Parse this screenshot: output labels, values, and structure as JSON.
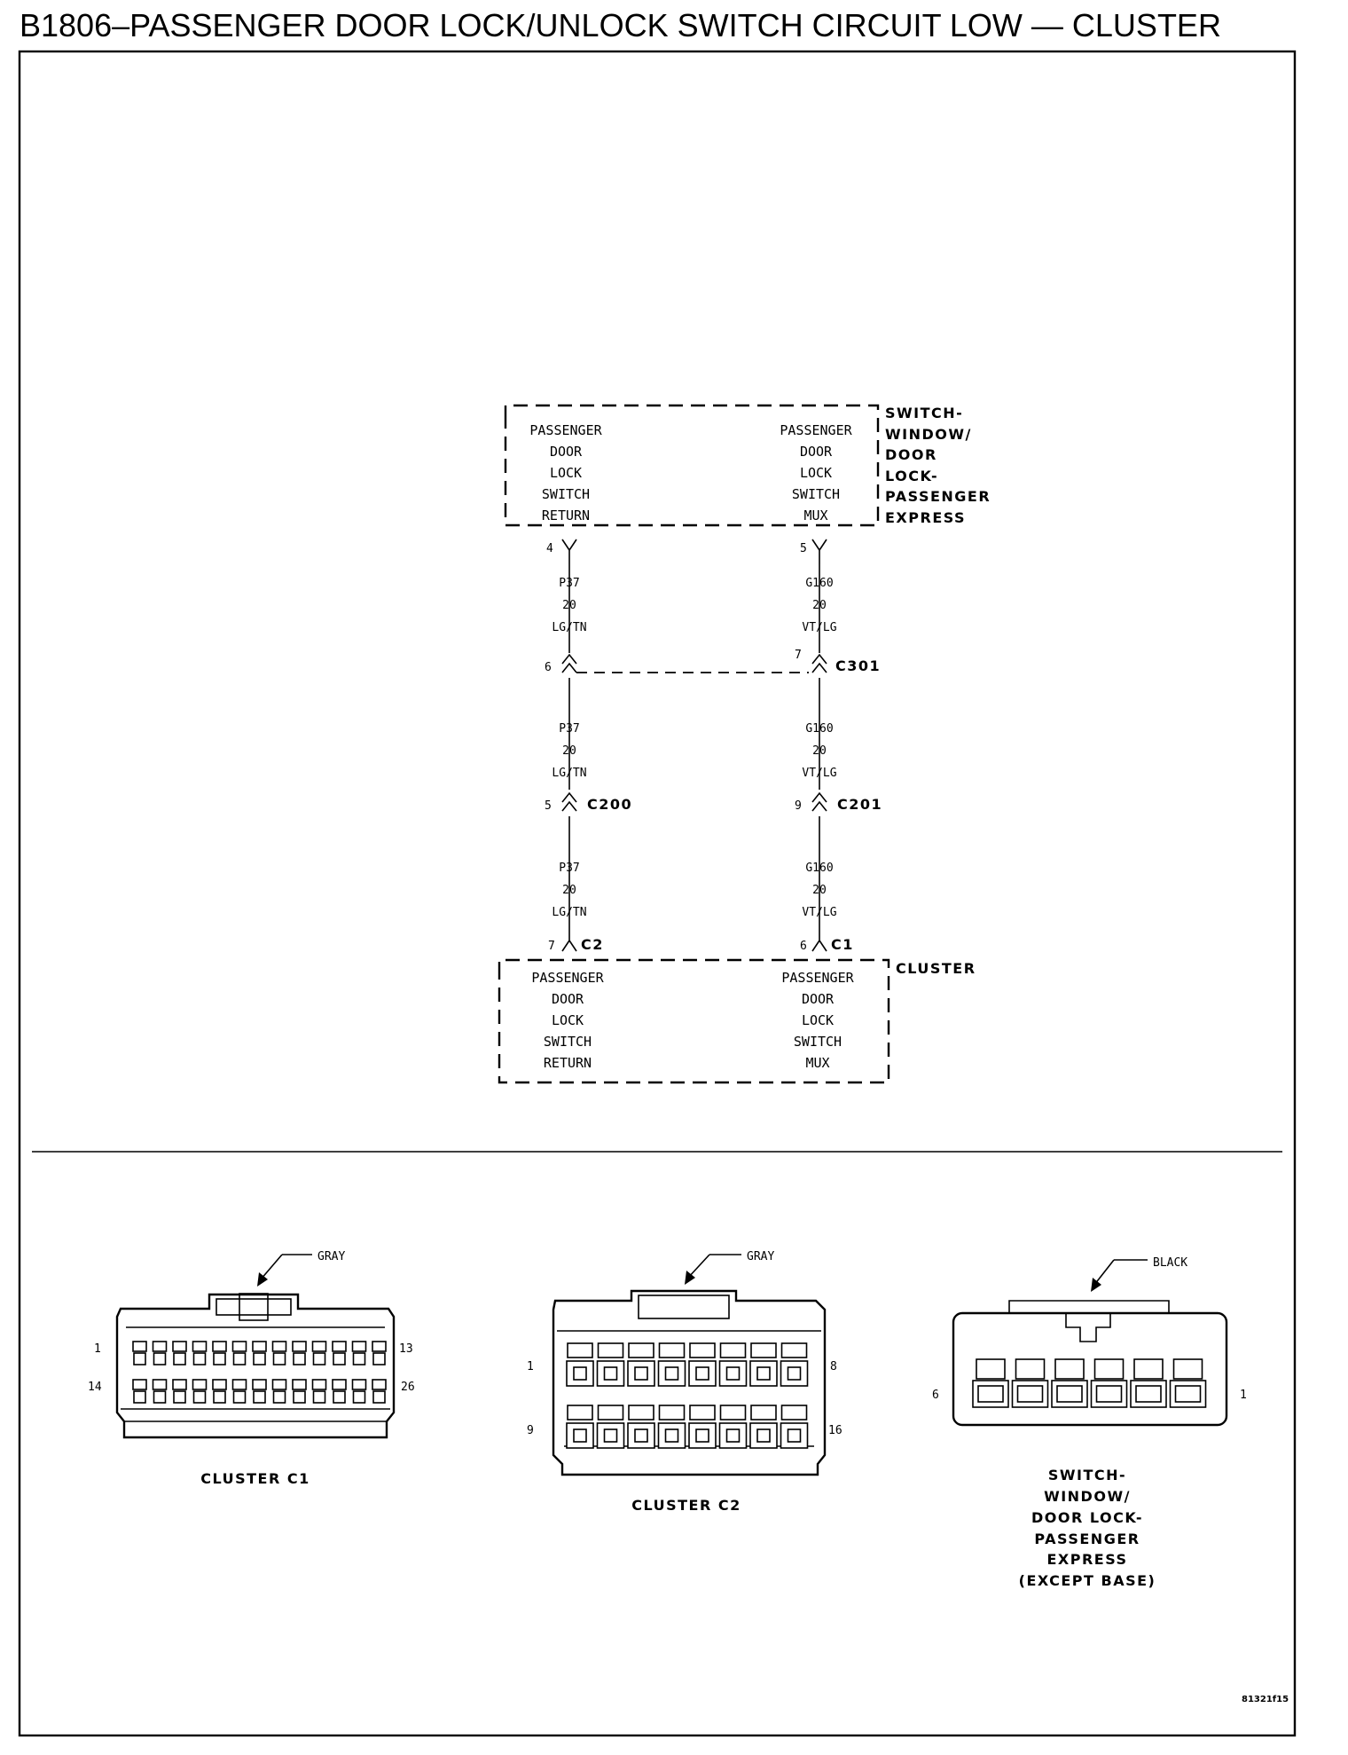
{
  "title": "B1806–PASSENGER DOOR LOCK/UNLOCK SWITCH CIRCUIT LOW — CLUSTER",
  "switch_component": {
    "name_lines": [
      "SWITCH-",
      "WINDOW/",
      "DOOR",
      "LOCK-",
      "PASSENGER",
      "EXPRESS"
    ],
    "left_pin_lines": [
      "PASSENGER",
      "DOOR",
      "LOCK",
      "SWITCH",
      "RETURN"
    ],
    "right_pin_lines": [
      "PASSENGER",
      "DOOR",
      "LOCK",
      "SWITCH",
      "MUX"
    ]
  },
  "cluster_component": {
    "name": "CLUSTER",
    "left_pin_lines": [
      "PASSENGER",
      "DOOR",
      "LOCK",
      "SWITCH",
      "RETURN"
    ],
    "right_pin_lines": [
      "PASSENGER",
      "DOOR",
      "LOCK",
      "SWITCH",
      "MUX"
    ]
  },
  "circuits": {
    "left": {
      "switch_pin": "4",
      "segments": [
        [
          "P37",
          "20",
          "LG/TN"
        ],
        [
          "P37",
          "20",
          "LG/TN"
        ],
        [
          "P37",
          "20",
          "LG/TN"
        ]
      ],
      "c301_pin": "6",
      "inline_pin": "5",
      "inline_connector": "C200",
      "cluster_pin": "7",
      "cluster_connector": "C2"
    },
    "right": {
      "switch_pin": "5",
      "segments": [
        [
          "G160",
          "20",
          "VT/LG"
        ],
        [
          "G160",
          "20",
          "VT/LG"
        ],
        [
          "G160",
          "20",
          "VT/LG"
        ]
      ],
      "c301_pin": "7",
      "c301_connector": "C301",
      "inline_pin": "9",
      "inline_connector": "C201",
      "cluster_pin": "6",
      "cluster_connector": "C1"
    }
  },
  "connectors": {
    "c1": {
      "color": "GRAY",
      "name": "CLUSTER C1",
      "pins": [
        "1",
        "13",
        "14",
        "26"
      ]
    },
    "c2": {
      "color": "GRAY",
      "name": "CLUSTER C2",
      "pins": [
        "1",
        "8",
        "9",
        "16"
      ]
    },
    "sw": {
      "color": "BLACK",
      "pins": [
        "6",
        "1"
      ],
      "name_lines": [
        "SWITCH-",
        "WINDOW/",
        "DOOR LOCK-",
        "PASSENGER",
        "EXPRESS",
        "(EXCEPT BASE)"
      ]
    }
  },
  "figure_id": "81321f15"
}
